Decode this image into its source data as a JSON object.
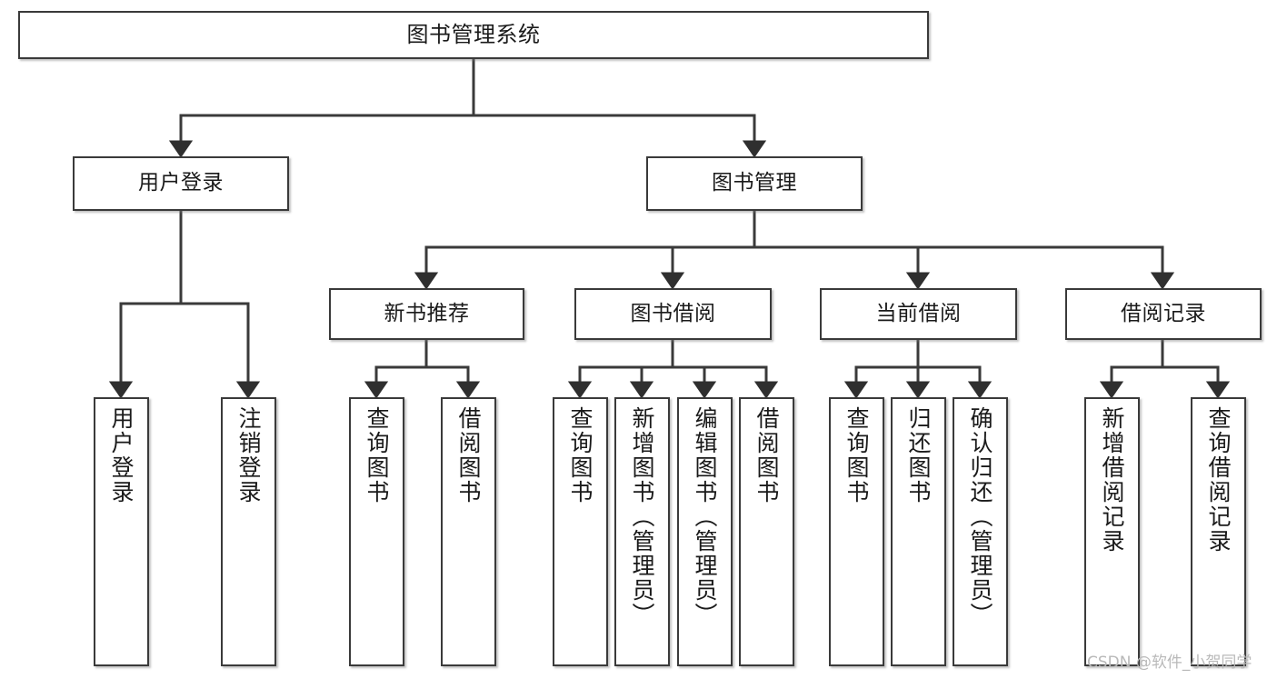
{
  "diagram": {
    "type": "tree-hierarchy-chart",
    "title_text": "图书管理系统",
    "background_color": "#ffffff",
    "line_color": "#3a3a3a",
    "box_border_color": "#3a3a3a",
    "text_color": "#1a1a1a",
    "root": {
      "id": "root",
      "label": "图书管理系统",
      "orientation": "horizontal"
    },
    "level1": [
      {
        "id": "user-login",
        "label": "用户登录",
        "orientation": "horizontal"
      },
      {
        "id": "book-manage",
        "label": "图书管理",
        "orientation": "horizontal"
      }
    ],
    "level2": [
      {
        "id": "new-book-recommend",
        "label": "新书推荐",
        "orientation": "horizontal",
        "parent": "book-manage"
      },
      {
        "id": "book-borrow",
        "label": "图书借阅",
        "orientation": "horizontal",
        "parent": "book-manage"
      },
      {
        "id": "current-borrow",
        "label": "当前借阅",
        "orientation": "horizontal",
        "parent": "book-manage"
      },
      {
        "id": "borrow-record",
        "label": "借阅记录",
        "orientation": "horizontal",
        "parent": "book-manage"
      }
    ],
    "leaves": [
      {
        "id": "leaf-user-login",
        "label": "用户登录",
        "parent": "user-login"
      },
      {
        "id": "leaf-logout-login",
        "label": "注销登录",
        "parent": "user-login"
      },
      {
        "id": "leaf-query-book-rec",
        "label": "查询图书",
        "parent": "new-book-recommend"
      },
      {
        "id": "leaf-borrow-book-rec",
        "label": "借阅图书",
        "parent": "new-book-recommend"
      },
      {
        "id": "leaf-query-book-borrow",
        "label": "查询图书",
        "parent": "book-borrow"
      },
      {
        "id": "leaf-add-book-admin",
        "label": "新增图书（管理员）",
        "parent": "book-borrow"
      },
      {
        "id": "leaf-edit-book-admin",
        "label": "编辑图书（管理员）",
        "parent": "book-borrow"
      },
      {
        "id": "leaf-borrow-book",
        "label": "借阅图书",
        "parent": "book-borrow"
      },
      {
        "id": "leaf-query-book-current",
        "label": "查询图书",
        "parent": "current-borrow"
      },
      {
        "id": "leaf-return-book",
        "label": "归还图书",
        "parent": "current-borrow"
      },
      {
        "id": "leaf-confirm-return-admin",
        "label": "确认归还（管理员）",
        "parent": "current-borrow"
      },
      {
        "id": "leaf-add-borrow-record",
        "label": "新增借阅记录",
        "parent": "borrow-record"
      },
      {
        "id": "leaf-query-borrow-record",
        "label": "查询借阅记录",
        "parent": "borrow-record"
      }
    ]
  },
  "watermark": {
    "text": "CSDN @软件_小贺同学"
  }
}
